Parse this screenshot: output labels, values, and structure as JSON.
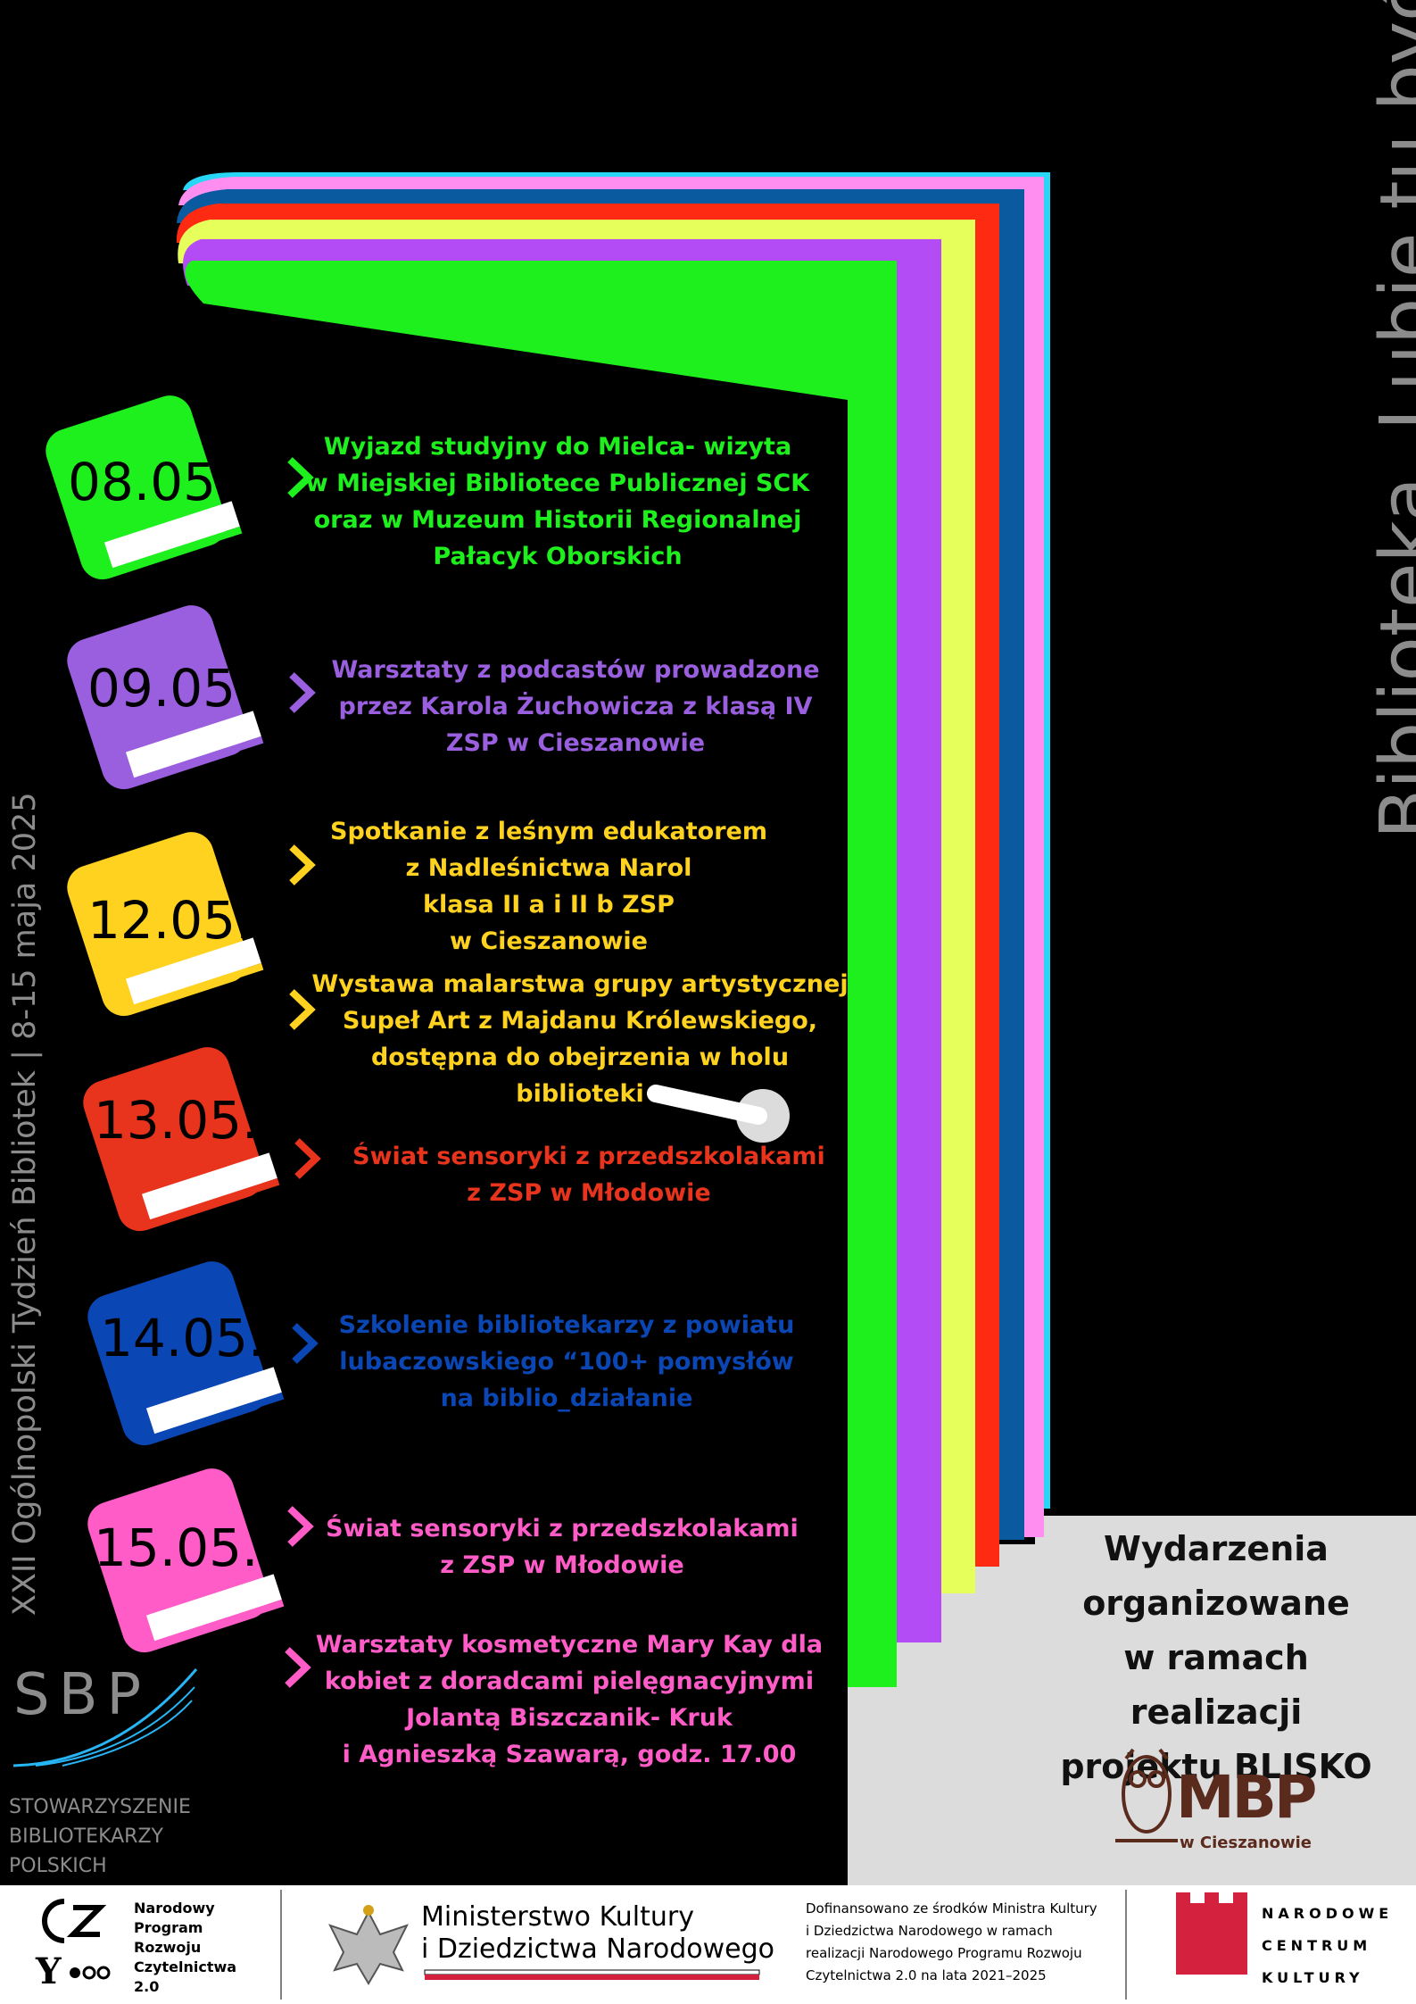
{
  "vertical_right": "Biblioteka. Lubię tu być",
  "vertical_left": "XXII Ogólnopolski Tydzień Bibliotek | 8-15 maja 2025",
  "colors": {
    "green": "#1ef01e",
    "purple": "#b44cf5",
    "yellow": "#ffd21f",
    "red": "#e8341c",
    "blue": "#0a46b4",
    "pink": "#ff5cc8",
    "stripe_yellow": "#e6ff5a",
    "stripe_red": "#ff2a12",
    "stripe_blue": "#0a5aa0",
    "stripe_pink": "#ff8ef0",
    "stripe_cyan": "#27d7f5"
  },
  "events": [
    {
      "date": "08.05.",
      "text": "Wyjazd studyjny do Mielca- wizyta\nw Miejskiej Bibliotece Publicznej SCK\noraz w Muzeum Historii Regionalnej\nPałacyk Oborskich",
      "color": "#1ef01e"
    },
    {
      "date": "09.05.",
      "text": "Warsztaty z podcastów prowadzone\nprzez Karola Żuchowicza z klasą IV\nZSP w Cieszanowie",
      "color": "#b44cf5"
    },
    {
      "date": "12.05.",
      "text": "Spotkanie z leśnym edukatorem\nz Nadleśnictwa Narol\nklasa II a i II b ZSP\nw Cieszanowie",
      "color": "#ffd21f"
    },
    {
      "date": "",
      "text": "Wystawa malarstwa grupy artystycznej\nSupeł Art z Majdanu Królewskiego,\ndostępna do obejrzenia w holu\nbiblioteki",
      "color": "#ffd21f"
    },
    {
      "date": "13.05.",
      "text": "Świat sensoryki z przedszkolakami\nz ZSP w Młodowie",
      "color": "#e8341c"
    },
    {
      "date": "14.05.",
      "text": "Szkolenie bibliotekarzy z powiatu\nlubaczowskiego  “100+ pomysłów\nna biblio_działanie",
      "color": "#0a46b4"
    },
    {
      "date": "15.05.",
      "text": "Świat sensoryki z przedszkolakami\nz ZSP w Młodowie",
      "color": "#ff5cc8"
    },
    {
      "date": "",
      "text": "Warsztaty kosmetyczne Mary Kay dla\nkobiet z doradcami pielęgnacyjnymi\nJolantą Biszczanik- Kruk\ni Agnieszką Szawarą, godz. 17.00",
      "color": "#ff5cc8"
    }
  ],
  "panel": {
    "text": "Wydarzenia\norganizowane\nw ramach realizacji\nprojektu BLISKO",
    "logo_mbp": "MBP",
    "logo_sub": "w Cieszanowie"
  },
  "sbp": {
    "mark": "SBP",
    "text": "STOWARZYSZENIE\nBIBLIOTEKARZY\nPOLSKICH"
  },
  "footer": {
    "nprc_text": "Narodowy\nProgram\nRozwoju\nCzytelnictwa\n2.0",
    "ministry_text": "Ministerstwo Kultury\ni Dziedzictwa Narodowego",
    "funding_text": "Dofinansowano ze środków Ministra Kultury\ni Dziedzictwa Narodowego w ramach\nrealizacji Narodowego Programu Rozwoju\nCzytelnictwa 2.0 na lata 2021–2025",
    "nck_text": "NARODOWE\nCENTRUM\nKULTURY"
  }
}
